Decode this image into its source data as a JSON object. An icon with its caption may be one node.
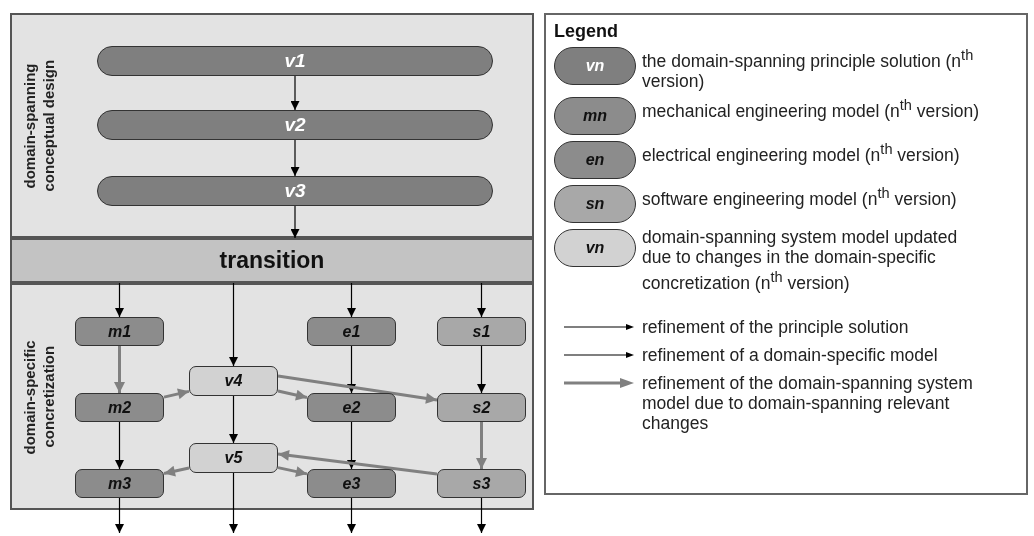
{
  "diagram": {
    "nodes": [
      {
        "text": [
          "domain-spanning conceptual design"
        ]
      },
      {
        "text": [
          "v1"
        ],
        "in": 0
      },
      {
        "text": [
          "v2"
        ],
        "in": 0
      },
      {
        "text": [
          "v3"
        ],
        "in": 0
      },
      {
        "text": [
          "transition"
        ]
      },
      {
        "text": [
          "domain-specific concretization"
        ]
      },
      {
        "text": [
          "m1"
        ],
        "in": 5
      },
      {
        "text": [
          "e1"
        ],
        "in": 5
      },
      {
        "text": [
          "s1"
        ],
        "in": 5
      },
      {
        "text": [
          "v4"
        ],
        "in": 5
      },
      {
        "text": [
          "m2"
        ],
        "in": 5
      },
      {
        "text": [
          "e2"
        ],
        "in": 5
      },
      {
        "text": [
          "s2"
        ],
        "in": 5
      },
      {
        "text": [
          "v5"
        ],
        "in": 5
      },
      {
        "text": [
          "m3"
        ],
        "in": 5
      },
      {
        "text": [
          "e3"
        ],
        "in": 5
      },
      {
        "text": [
          "s3"
        ],
        "in": 5
      }
    ],
    "edges": [
      {
        "from": 1,
        "to": 2,
        "arrow": "to"
      },
      {
        "from": 2,
        "to": 3,
        "arrow": "to"
      },
      {
        "from": 3,
        "to": 4,
        "arrow": "to"
      },
      {
        "from": 4,
        "to": 6,
        "arrow": "to"
      },
      {
        "from": 4,
        "to": 9,
        "arrow": "to"
      },
      {
        "from": 4,
        "to": 7,
        "arrow": "to"
      },
      {
        "from": 4,
        "to": 8,
        "arrow": "to"
      },
      {
        "from": 6,
        "to": 10,
        "arrow": "to",
        "style": "thick",
        "color": "#808080"
      },
      {
        "from": 7,
        "to": 11,
        "arrow": "to"
      },
      {
        "from": 8,
        "to": 12,
        "arrow": "to"
      },
      {
        "from": 10,
        "to": 9,
        "arrow": "to",
        "style": "thick",
        "color": "#808080"
      },
      {
        "from": 9,
        "to": 11,
        "arrow": "to",
        "style": "thick",
        "color": "#808080"
      },
      {
        "from": 9,
        "to": 12,
        "arrow": "to",
        "style": "thick",
        "color": "#808080"
      },
      {
        "from": 9,
        "to": 13,
        "arrow": "to"
      },
      {
        "from": 10,
        "to": 14,
        "arrow": "to"
      },
      {
        "from": 11,
        "to": 15,
        "arrow": "to"
      },
      {
        "from": 12,
        "to": 16,
        "arrow": "to",
        "style": "thick",
        "color": "#808080"
      },
      {
        "from": 13,
        "to": 14,
        "arrow": "to",
        "style": "thick",
        "color": "#808080"
      },
      {
        "from": 13,
        "to": 15,
        "arrow": "to",
        "style": "thick",
        "color": "#808080"
      },
      {
        "from": 16,
        "to": 13,
        "arrow": "to",
        "style": "thick",
        "color": "#808080"
      },
      {
        "from": 14,
        "to": null,
        "arrow": "to"
      },
      {
        "from": 13,
        "to": null,
        "arrow": "to"
      },
      {
        "from": 15,
        "to": null,
        "arrow": "to"
      },
      {
        "from": 16,
        "to": null,
        "arrow": "to"
      }
    ],
    "labels": [
      "Legend",
      "vn",
      "mn",
      "en",
      "sn",
      "vn"
    ],
    "legend": [
      {
        "text": "the domain-spanning principle solution (n$^{th}$ version)",
        "color": "#7f7f7f"
      },
      {
        "text": "mechanical engineering model (n$^{th}$ version)",
        "color": "#8c8c8c"
      },
      {
        "text": "electrical engineering model (n$^{th}$ version)",
        "color": "#8c8c8c"
      },
      {
        "text": "software engineering model (n$^{th}$ version)",
        "color": "#a8a8a8"
      },
      {
        "text": "domain-spanning system model updated due to changes in the domain-specific concretization (n$^{th}$ version)",
        "color": "#d2d2d2"
      },
      {
        "text": "refinement of the principle solution"
      },
      {
        "text": "refinement of a domain-specific model"
      },
      {
        "text": "refinement of the domain-spanning system model due to domain-spanning relevant changes"
      }
    ]
  }
}
